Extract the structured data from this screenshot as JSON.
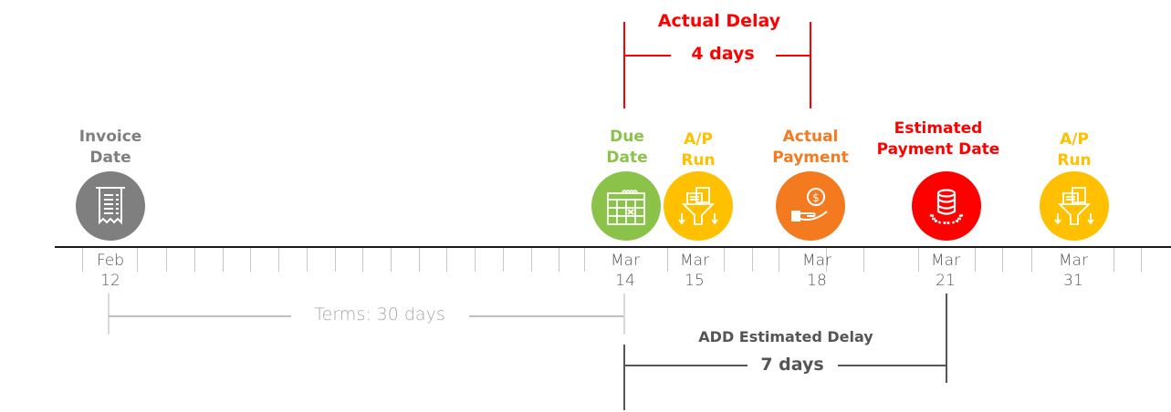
{
  "colors": {
    "invoice": "#7f7f7f",
    "due": "#8bc34a",
    "ap_run": "#ffc000",
    "actual_payment": "#f47a20",
    "estimated": "#ff0000",
    "axis": "#1a1a1a",
    "terms_line": "#bfbfbf",
    "est_delay_line": "#555555"
  },
  "milestones": [
    {
      "id": "invoice",
      "label_line1": "Invoice",
      "label_line2": "Date",
      "icon": "receipt-icon",
      "date_month": "Feb",
      "date_day": "12"
    },
    {
      "id": "due",
      "label_line1": "Due",
      "label_line2": "Date",
      "icon": "calendar-icon",
      "date_month": "Mar",
      "date_day": "14"
    },
    {
      "id": "ap_run_1",
      "label_line1": "A/P",
      "label_line2": "Run",
      "icon": "funnel-documents-icon",
      "date_month": "Mar",
      "date_day": "15"
    },
    {
      "id": "actual_payment",
      "label_line1": "Actual",
      "label_line2": "Payment",
      "icon": "hand-coin-icon",
      "date_month": "Mar",
      "date_day": "18"
    },
    {
      "id": "estimated_payment",
      "label_line1": "Estimated",
      "label_line2": "Payment Date",
      "icon": "coin-stack-icon",
      "date_month": "Mar",
      "date_day": "21"
    },
    {
      "id": "ap_run_2",
      "label_line1": "A/P",
      "label_line2": "Run",
      "icon": "funnel-documents-icon",
      "date_month": "Mar",
      "date_day": "31"
    }
  ],
  "actual_delay": {
    "title": "Actual Delay",
    "value": "4 days"
  },
  "terms": {
    "text": "Terms: 30 days"
  },
  "estimated_delay": {
    "title": "ADD Estimated Delay",
    "value": "7 days"
  }
}
